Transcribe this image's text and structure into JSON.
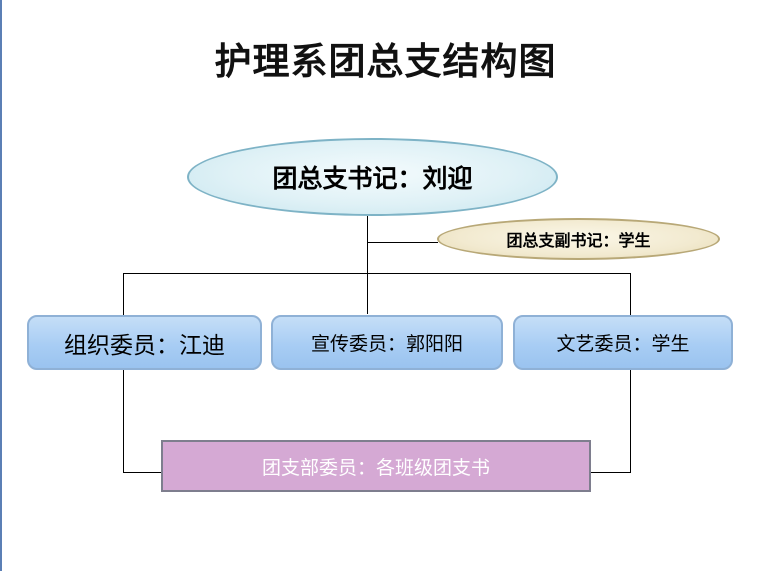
{
  "diagram": {
    "title": "护理系团总支结构图",
    "secretary": "团总支书记：刘迎",
    "deputy_secretary": "团总支副书记：学生",
    "members": [
      "组织委员：江迪",
      "宣传委员：郭阳阳",
      "文艺委员：学生"
    ],
    "branch_committee": "团支部委员：各班级团支书"
  },
  "colors": {
    "main_ellipse_fill": "#dff1f6",
    "sub_ellipse_fill": "#f2ead0",
    "member_box_fill": "#a8cdf4",
    "branch_box_fill": "#d5a9d4",
    "connector": "#000000"
  }
}
